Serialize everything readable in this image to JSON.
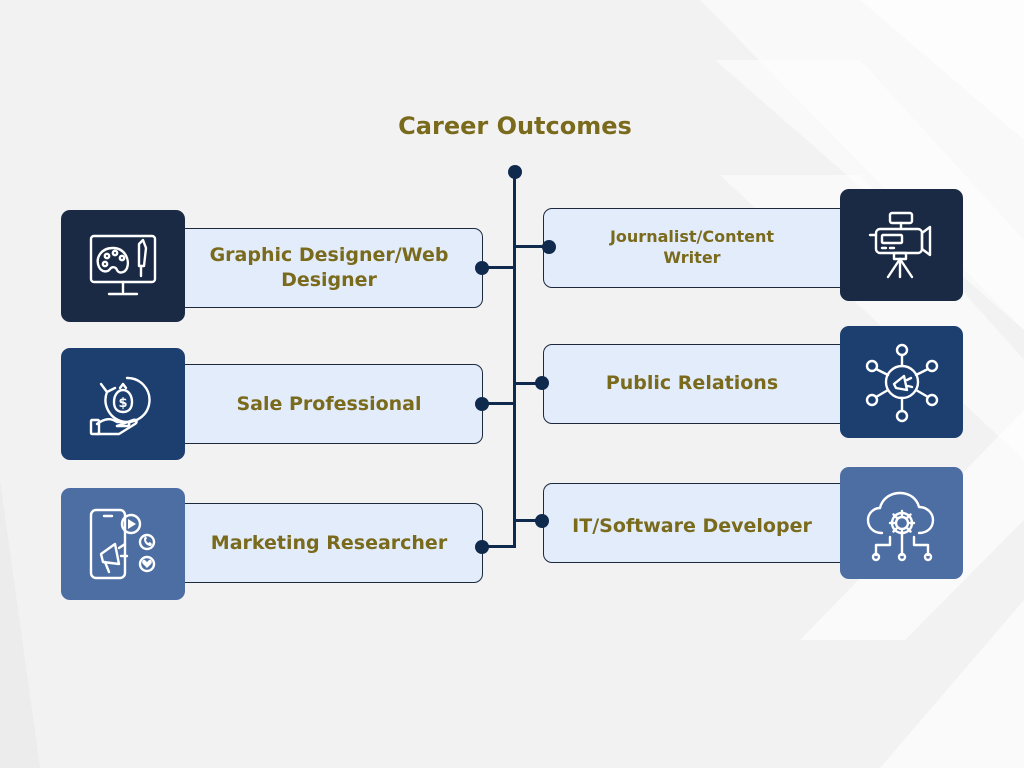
{
  "title": "Career Outcomes",
  "left": [
    {
      "label": "Graphic Designer/Web Designer",
      "icon": "palette-monitor-icon"
    },
    {
      "label": "Sale Professional",
      "icon": "money-hand-icon"
    },
    {
      "label": "Marketing Researcher",
      "icon": "phone-megaphone-icon"
    }
  ],
  "right": [
    {
      "label": "Journalist/Content Writer",
      "icon": "video-camera-icon"
    },
    {
      "label": "Public Relations",
      "icon": "megaphone-network-icon"
    },
    {
      "label": "IT/Software Developer",
      "icon": "cloud-gear-icon"
    }
  ],
  "colors": {
    "title": "#7a6a1c",
    "box_fill": "#e2ecfb",
    "connector": "#0f2a4d",
    "tile_dark": "#1b2a44",
    "tile_mid": "#1d3f70",
    "tile_light": "#4d6ea3"
  }
}
